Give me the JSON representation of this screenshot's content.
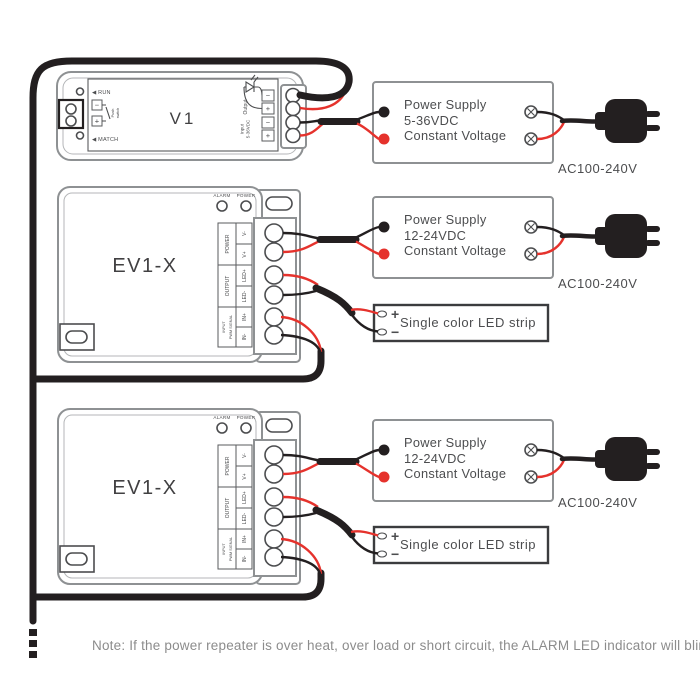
{
  "colors": {
    "wire_red": "#e5322c",
    "wire_black": "#231f20",
    "device_outline": "#8e9193",
    "label_text": "#4c4d4f",
    "note_text": "#8c8c8c"
  },
  "v1": {
    "label": "V1",
    "run": "◀ RUN",
    "match": "◀ MATCH",
    "push_minus": "−",
    "push_plus": "+",
    "push_line1": "Push",
    "push_line2": "switch",
    "output_label": "Output",
    "input_line1": "Input",
    "input_line2": "5-36VDC",
    "terminals": [
      "−",
      "+",
      "−",
      "+"
    ]
  },
  "repeaters": [
    {
      "model": "EV1-X",
      "alarm": "ALARM",
      "power": "POWER",
      "sec_power": "POWER",
      "sec_output": "OUTPUT",
      "sec_input1": "INPUT",
      "sec_input2": "PWM SIGNAL",
      "pins": [
        "V-",
        "V+",
        "LED+",
        "LED-",
        "IN+",
        "IN-"
      ]
    },
    {
      "model": "EV1-X",
      "alarm": "ALARM",
      "power": "POWER",
      "sec_power": "POWER",
      "sec_output": "OUTPUT",
      "sec_input1": "INPUT",
      "sec_input2": "PWM SIGNAL",
      "pins": [
        "V-",
        "V+",
        "LED+",
        "LED-",
        "IN+",
        "IN-"
      ]
    }
  ],
  "power_supplies": [
    {
      "title": "Power Supply",
      "voltage": "5-36VDC",
      "subtitle": "Constant Voltage",
      "ac": "AC100-240V"
    },
    {
      "title": "Power Supply",
      "voltage": "12-24VDC",
      "subtitle": "Constant Voltage",
      "ac": "AC100-240V"
    },
    {
      "title": "Power Supply",
      "voltage": "12-24VDC",
      "subtitle": "Constant Voltage",
      "ac": "AC100-240V"
    }
  ],
  "led_strips": [
    {
      "plus": "+",
      "minus": "−",
      "label": "Single color LED strip"
    },
    {
      "plus": "+",
      "minus": "−",
      "label": "Single color LED strip"
    }
  ],
  "note": {
    "text": "Note: If the power repeater is over heat, over load or short circuit, the ALARM LED indicator will blink."
  }
}
